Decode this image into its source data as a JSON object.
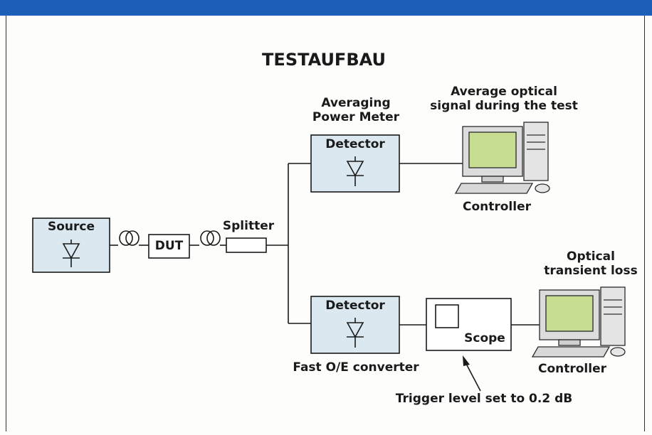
{
  "title": "TESTAUFBAU",
  "source": {
    "label": "Source"
  },
  "dut": {
    "label": "DUT"
  },
  "splitter": {
    "label": "Splitter"
  },
  "power_meter": {
    "line1": "Averaging",
    "line2": "Power Meter",
    "detector_label": "Detector"
  },
  "fast_converter": {
    "label": "Fast O/E converter",
    "detector_label": "Detector"
  },
  "scope": {
    "label": "Scope"
  },
  "controller_top": {
    "label": "Controller",
    "caption_line1": "Average optical",
    "caption_line2": "signal during the test"
  },
  "controller_bottom": {
    "label": "Controller",
    "caption_line1": "Optical",
    "caption_line2": "transient loss"
  },
  "trigger_note": "Trigger level set to 0.2 dB",
  "colors": {
    "box_fill": "#dbe8ef",
    "screen_fill": "#c7dd92",
    "top_bar": "#1d5fb8"
  }
}
